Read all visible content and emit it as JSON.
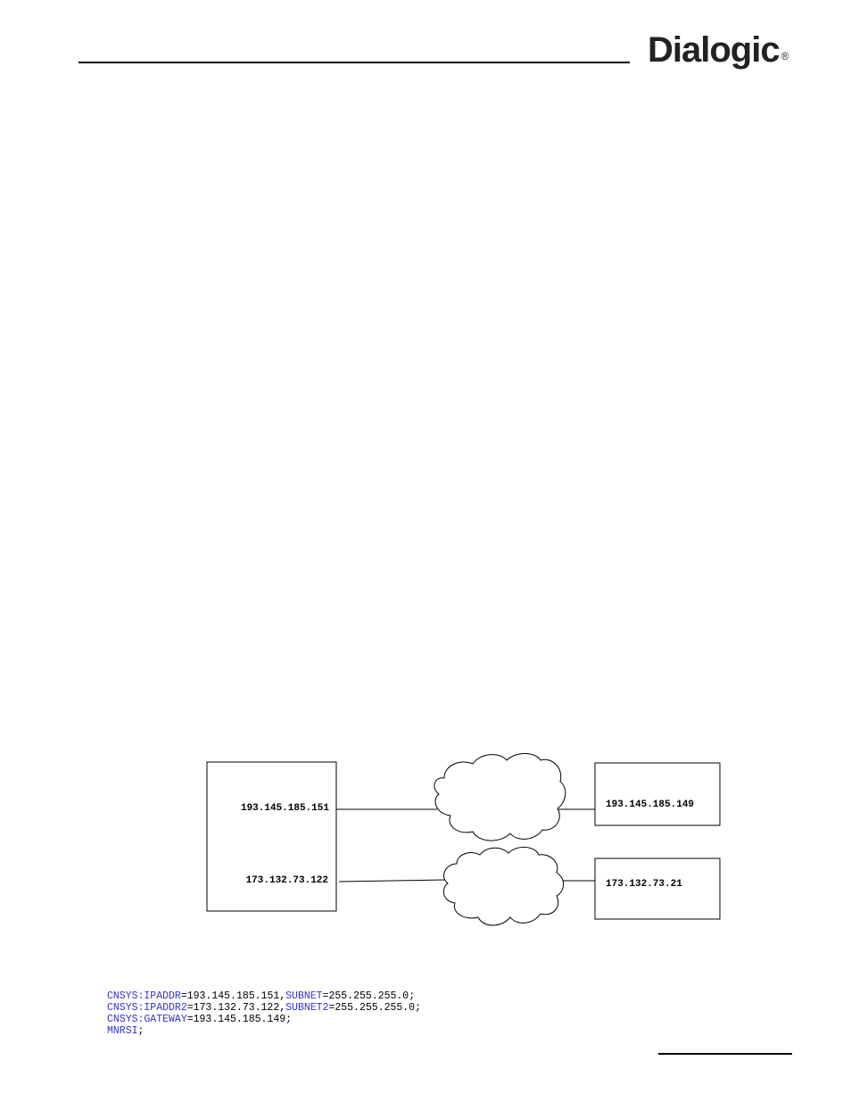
{
  "header": {
    "logo_text": "Dialogic",
    "logo_mark": "®"
  },
  "diagram": {
    "left_host": {
      "ip1": "193.145.185.151",
      "ip2": "173.132.73.122"
    },
    "right_top_host": {
      "ip": "193.145.185.149"
    },
    "right_bottom_host": {
      "ip": "173.132.73.21"
    }
  },
  "code": {
    "line1": {
      "cmd1": "CNSYS:IPADDR",
      "val1": "=193.145.185.151,",
      "cmd2": "SUBNET",
      "val2": "=255.255.255.0;"
    },
    "line2": {
      "cmd1": "CNSYS:IPADDR2",
      "val1": "=173.132.73.122,",
      "cmd2": "SUBNET2",
      "val2": "=255.255.255.0;"
    },
    "line3": {
      "cmd1": "CNSYS:GATEWAY",
      "val1": "=193.145.185.149;"
    },
    "line4": {
      "cmd1": "MNRSI",
      "val1": ";"
    }
  }
}
